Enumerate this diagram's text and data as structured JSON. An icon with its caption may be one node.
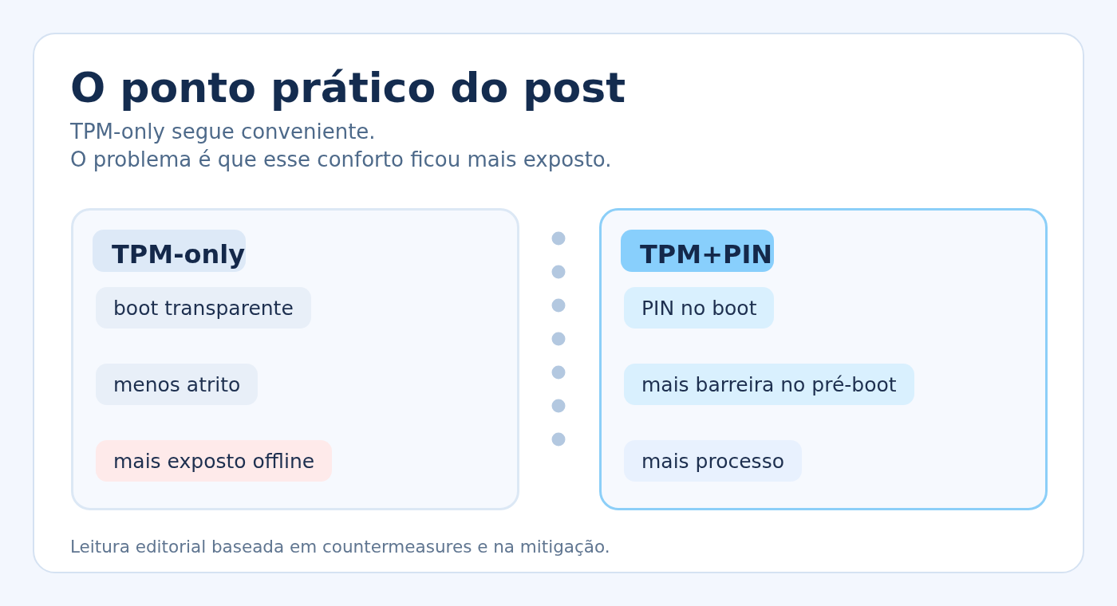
{
  "diagram": {
    "title": "O ponto prático do post",
    "caption": "Leitura editorial baseada em countermeasures e na mitigação.",
    "labels": [
      "TPM-only segue conveniente.",
      "O problema é que esse conforto ficou mais exposto."
    ],
    "nodes": [
      {
        "text": [
          "TPM-only"
        ]
      },
      {
        "text": [
          "boot transparente"
        ],
        "in": 0
      },
      {
        "text": [
          "menos atrito"
        ],
        "in": 0
      },
      {
        "text": [
          "mais exposto offline"
        ],
        "in": 0
      },
      {
        "text": [
          "TPM+PIN"
        ]
      },
      {
        "text": [
          "PIN no boot"
        ],
        "in": 4
      },
      {
        "text": [
          "mais barreira no pré-boot"
        ],
        "in": 4
      },
      {
        "text": [
          "mais processo"
        ],
        "in": 4
      }
    ]
  }
}
